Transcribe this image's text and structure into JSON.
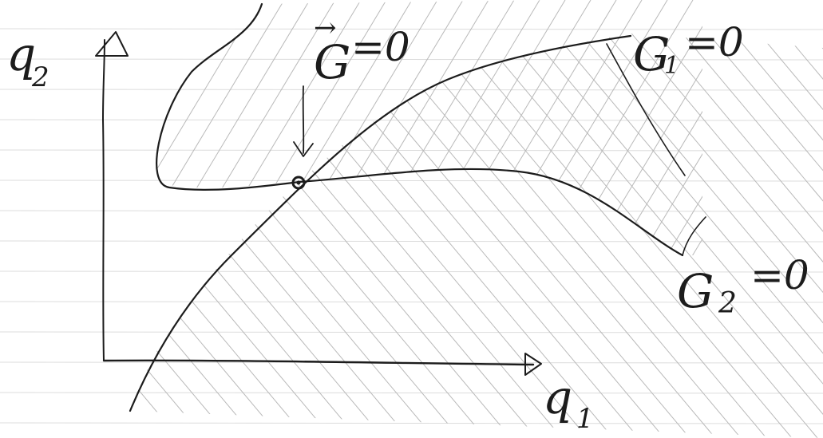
{
  "labels": {
    "axis_x": "q",
    "axis_x_sub": "1",
    "axis_y": "q",
    "axis_y_sub": "2",
    "g1_name": "G",
    "g1_sub": "1",
    "g1_eq": "=0",
    "g2_name": "G",
    "g2_sub": "2",
    "g2_eq": "=0",
    "g_vec_name": "G",
    "g_vec_eq": "=0",
    "g_vec_arrow": "→"
  },
  "colors": {
    "ink": "#1c1c1c",
    "hatch": "#b9b9b9",
    "rule": "#dcdcdc",
    "paper": "#ffffff"
  }
}
